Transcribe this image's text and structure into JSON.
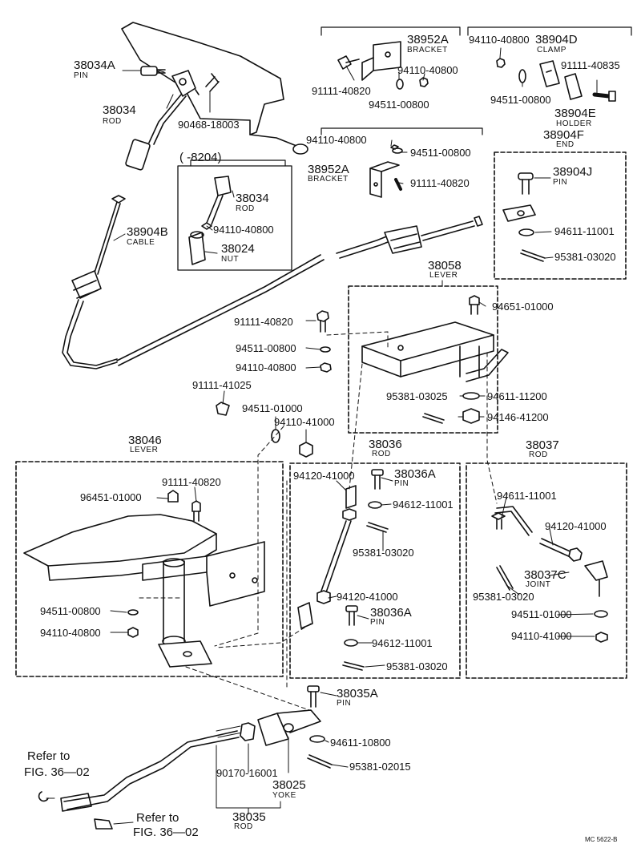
{
  "diagram": {
    "code": "MC 5622-B",
    "variant_note": "(      -8204)",
    "parts": [
      {
        "num": "38034A",
        "cap": "PIN"
      },
      {
        "num": "38034",
        "cap": "ROD"
      },
      {
        "num": "90468-18003",
        "cap": ""
      },
      {
        "num": "38952A",
        "cap": "BRACKET"
      },
      {
        "num": "91111-40820",
        "cap": ""
      },
      {
        "num": "94110-40800",
        "cap": ""
      },
      {
        "num": "94511-00800",
        "cap": ""
      },
      {
        "num": "94110-40800",
        "cap": ""
      },
      {
        "num": "38904D",
        "cap": "CLAMP"
      },
      {
        "num": "91111-40835",
        "cap": ""
      },
      {
        "num": "94511-00800",
        "cap": ""
      },
      {
        "num": "38904E",
        "cap": "HOLDER"
      },
      {
        "num": "38904F",
        "cap": "END"
      },
      {
        "num": "94110-40800",
        "cap": ""
      },
      {
        "num": "94511-00800",
        "cap": ""
      },
      {
        "num": "38952A",
        "cap": "BRACKET"
      },
      {
        "num": "91111-40820",
        "cap": ""
      },
      {
        "num": "38904J",
        "cap": "PIN"
      },
      {
        "num": "94611-11001",
        "cap": ""
      },
      {
        "num": "95381-03020",
        "cap": ""
      },
      {
        "num": "38034",
        "cap": "ROD"
      },
      {
        "num": "94110-40800",
        "cap": ""
      },
      {
        "num": "38024",
        "cap": "NUT"
      },
      {
        "num": "38904B",
        "cap": "CABLE"
      },
      {
        "num": "38058",
        "cap": "LEVER"
      },
      {
        "num": "94651-01000",
        "cap": ""
      },
      {
        "num": "91111-40820",
        "cap": ""
      },
      {
        "num": "94511-00800",
        "cap": ""
      },
      {
        "num": "94110-40800",
        "cap": ""
      },
      {
        "num": "95381-03025",
        "cap": ""
      },
      {
        "num": "94611-11200",
        "cap": ""
      },
      {
        "num": "94146-41200",
        "cap": ""
      },
      {
        "num": "91111-41025",
        "cap": ""
      },
      {
        "num": "94511-01000",
        "cap": ""
      },
      {
        "num": "94110-41000",
        "cap": ""
      },
      {
        "num": "38046",
        "cap": "LEVER"
      },
      {
        "num": "91111-40820",
        "cap": ""
      },
      {
        "num": "96451-01000",
        "cap": ""
      },
      {
        "num": "94511-00800",
        "cap": ""
      },
      {
        "num": "94110-40800",
        "cap": ""
      },
      {
        "num": "38036",
        "cap": "ROD"
      },
      {
        "num": "94120-41000",
        "cap": ""
      },
      {
        "num": "38036A",
        "cap": "PIN"
      },
      {
        "num": "94612-11001",
        "cap": ""
      },
      {
        "num": "95381-03020",
        "cap": ""
      },
      {
        "num": "94120-41000",
        "cap": ""
      },
      {
        "num": "38036A",
        "cap": "PIN"
      },
      {
        "num": "94612-11001",
        "cap": ""
      },
      {
        "num": "95381-03020",
        "cap": ""
      },
      {
        "num": "38037",
        "cap": "ROD"
      },
      {
        "num": "94611-11001",
        "cap": ""
      },
      {
        "num": "94120-41000",
        "cap": ""
      },
      {
        "num": "38037C",
        "cap": "JOINT"
      },
      {
        "num": "95381-03020",
        "cap": ""
      },
      {
        "num": "94511-01000",
        "cap": ""
      },
      {
        "num": "94110-41000",
        "cap": ""
      },
      {
        "num": "38035A",
        "cap": "PIN"
      },
      {
        "num": "94611-10800",
        "cap": ""
      },
      {
        "num": "95381-02015",
        "cap": ""
      },
      {
        "num": "90170-16001",
        "cap": ""
      },
      {
        "num": "38025",
        "cap": "YOKE"
      },
      {
        "num": "38035",
        "cap": "ROD"
      }
    ],
    "refs": [
      {
        "line1": "Refer to",
        "line2": "FIG. 36—02"
      },
      {
        "line1": "Refer to",
        "line2": "FIG. 36—02"
      }
    ]
  }
}
